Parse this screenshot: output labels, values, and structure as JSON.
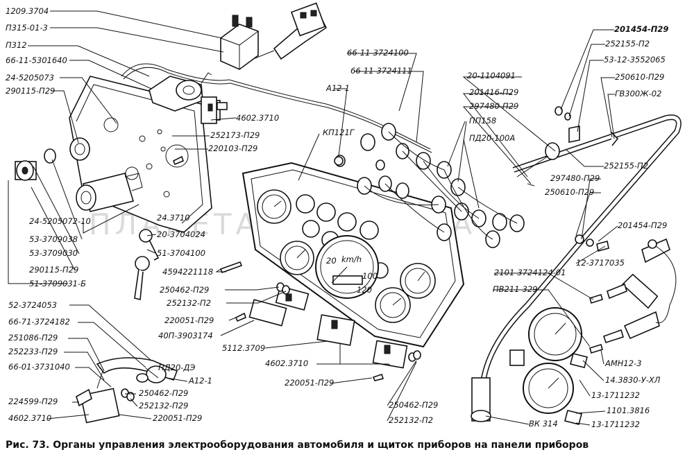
{
  "watermark": "ПЛАНЕТА ЖЕЛЕЗЯКА",
  "caption": {
    "number": "Рис. 73.",
    "text": "Органы управления электрооборудования автомобиля и  щиток приборов на панели приборов"
  },
  "labels": {
    "l01": "1209.3704",
    "l02": "П315-01-3",
    "l03": "П312",
    "l04": "66-11-5301640",
    "l05": "24-5205073",
    "l06": "290115-П29",
    "l07": "66-11-3724100",
    "l08": "66-11-3724111",
    "l09": "А12-1",
    "l10": "4602.3710",
    "l11": "252173-П29",
    "l12": "220103-П29",
    "l13": "КП121Г",
    "l14": "20-1104091",
    "l15": "201416-П29",
    "l16": "297480-П29",
    "l17": "ПП158",
    "l18": "ПД20-100А",
    "l19": "201454-П29",
    "l20": "252155-П2",
    "l21": "53-12-3552065",
    "l22": "250610-П29",
    "l23": "ГВ300Ж-02",
    "l24": "252155-П2",
    "l25": "297480-П29",
    "l26": "250610-П29",
    "l27": "201454-П29",
    "l28": "12-3717035",
    "l29": "24-5205072-10",
    "l30": "53-3709038",
    "l31": "53-3709030",
    "l32": "290115-П29",
    "l33": "51-3709031-Б",
    "l34": "24.3710",
    "l35": "20-3704024",
    "l36": "51-3704100",
    "l37": "4594221118",
    "l38": "250462-П29",
    "l39": "252132-П2",
    "l40": "220051-П29",
    "l41": "40П-3903174",
    "l42": "5112.3709",
    "l43": "2101-3724124-01",
    "l44": "ПВ211-329",
    "l45": "52-3724053",
    "l46": "66-71-3724182",
    "l47": "251086-П29",
    "l48": "252233-П29",
    "l49": "66-01-3731040",
    "l50": "ПД20-ДЭ",
    "l51": "А12-1",
    "l52": "250462-П29",
    "l53": "252132-П29",
    "l54": "224599-П29",
    "l55": "4602.3710",
    "l56": "220051-П29",
    "l57": "4602.3710",
    "l58": "220051-П29",
    "l59": "250462-П29",
    "l60": "252132-П2",
    "l61": "АМН12-3",
    "l62": "14.3830-У-ХЛ",
    "l63": "13-1711232",
    "l64": "1101.3816",
    "l65": "13-1711232",
    "l66": "ВК 314"
  },
  "gauge_text": {
    "km_h": "km/h",
    "speed_120": "120",
    "speed_20": "20",
    "speed_100": "100"
  }
}
